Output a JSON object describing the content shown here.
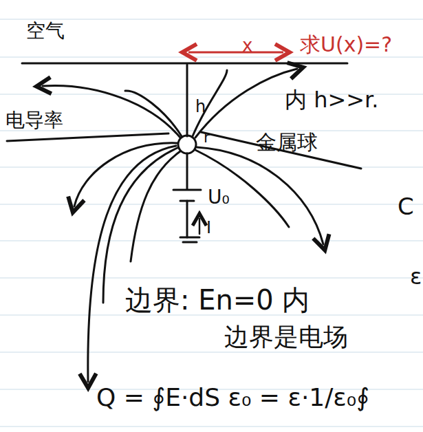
{
  "diagram": {
    "labels": [
      "空气",
      "x",
      "求U(x)=?",
      "内 h>>r.",
      "电导率",
      "h",
      "r",
      "金属球",
      "U₀",
      "I",
      "边界: En=0 内",
      "边界是电场",
      "Q = ∮E·dS ε₀ = ε·1/ε₀∮",
      "C",
      "ε"
    ]
  }
}
